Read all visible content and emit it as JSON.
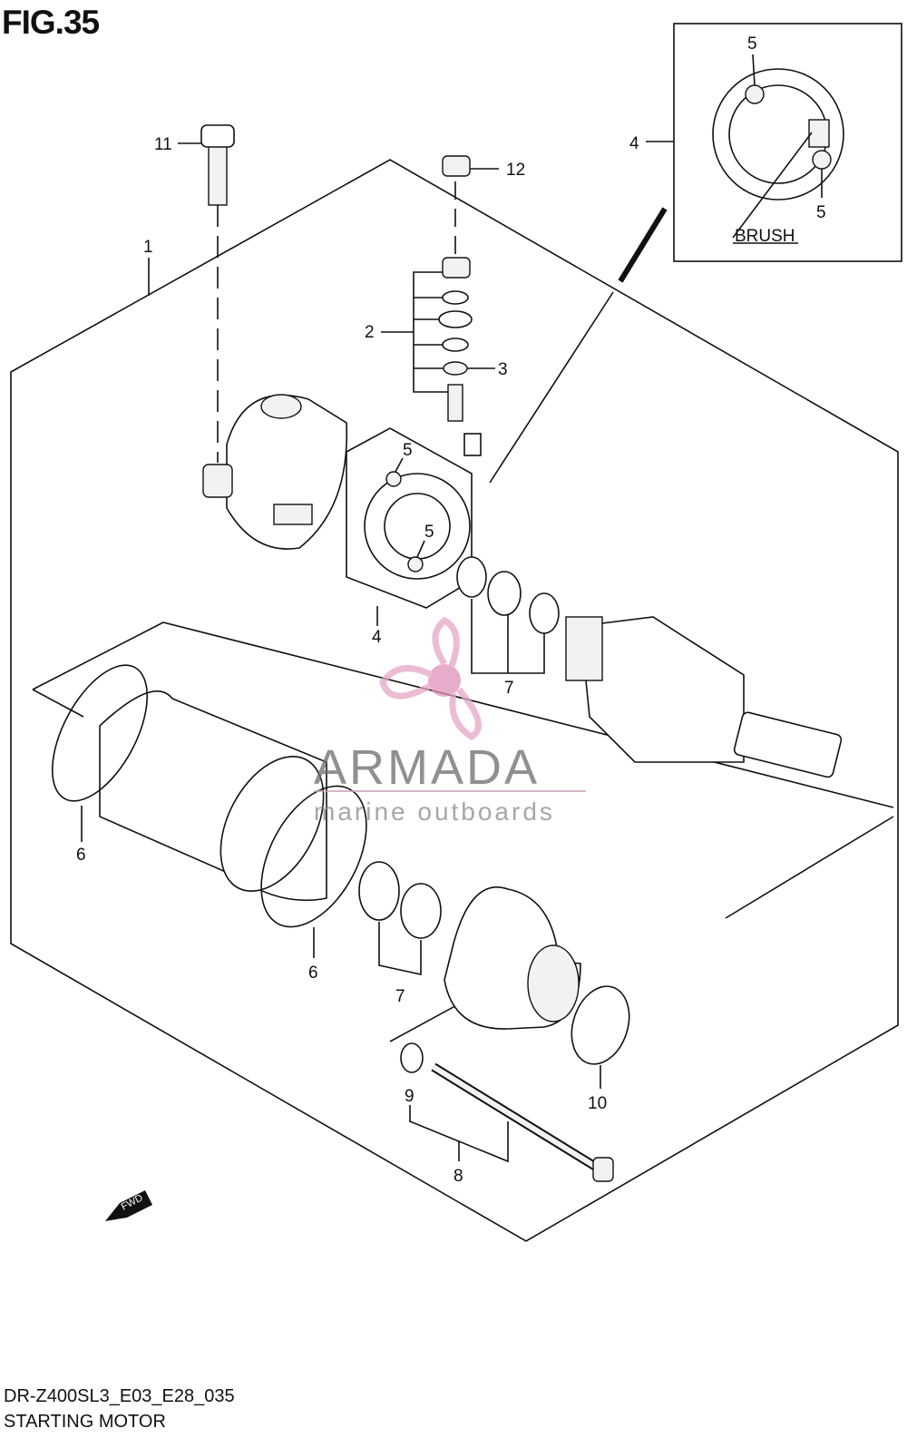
{
  "figure": {
    "title": "FIG.35",
    "model_code": "DR-Z400SL3_E03_E28_035",
    "caption": "STARTING MOTOR"
  },
  "callouts": {
    "c1": "1",
    "c2": "2",
    "c3": "3",
    "c4_main": "4",
    "c4_inset": "4",
    "c5_inset_top": "5",
    "c5_inset_bottom": "5",
    "c5_main_a": "5",
    "c5_main_b": "5",
    "c6_left": "6",
    "c6_mid": "6",
    "c7_upper": "7",
    "c7_lower": "7",
    "c8": "8",
    "c9": "9",
    "c10": "10",
    "c11": "11",
    "c12": "12"
  },
  "inset": {
    "brush_label": "BRUSH"
  },
  "fwd_arrow": {
    "label": "FWD"
  },
  "watermark": {
    "brand": "ARMADA",
    "tagline": "marine outboards",
    "colors": {
      "logo": "#e6a6c8",
      "logo_center": "#e08fbb",
      "text": "#6b6b6b"
    }
  }
}
